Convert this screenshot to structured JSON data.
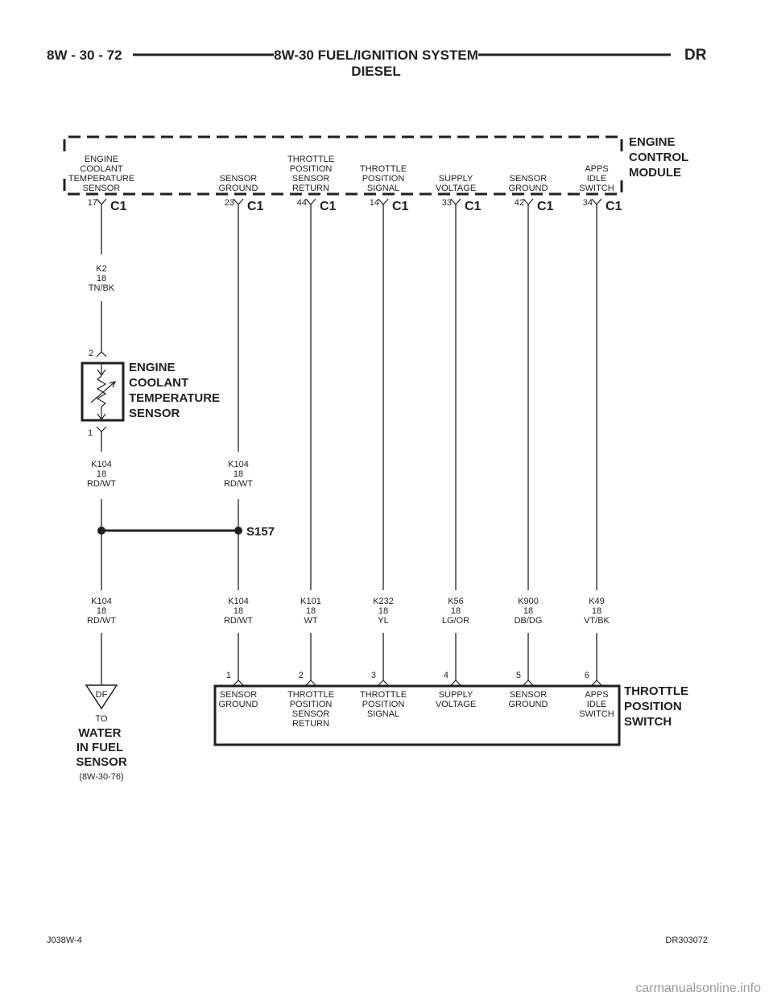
{
  "header": {
    "left": "8W - 30 - 72",
    "center_line1": "8W-30 FUEL/IGNITION SYSTEM",
    "center_line2": "DIESEL",
    "right": "DR"
  },
  "ecm": {
    "name_lines": [
      "ENGINE",
      "CONTROL",
      "MODULE"
    ],
    "connector": "C1"
  },
  "circuits": [
    {
      "ecm_label": [
        "ENGINE",
        "COOLANT",
        "TEMPERATURE",
        "SENSOR"
      ],
      "ecm_pin": "17",
      "wire": [
        "K2",
        "18",
        "TN/BK"
      ]
    },
    {
      "ecm_label": [
        "SENSOR",
        "GROUND"
      ],
      "ecm_pin": "23",
      "wire_upper": [
        "K104",
        "18",
        "RD/WT"
      ],
      "wire": [
        "K104",
        "18",
        "RD/WT"
      ],
      "tps_pin": "1",
      "tps_label": [
        "SENSOR",
        "GROUND"
      ]
    },
    {
      "ecm_label": [
        "THROTTLE",
        "POSITION",
        "SENSOR",
        "RETURN"
      ],
      "ecm_pin": "44",
      "wire": [
        "K101",
        "18",
        "WT"
      ],
      "tps_pin": "2",
      "tps_label": [
        "THROTTLE",
        "POSITION",
        "SENSOR",
        "RETURN"
      ]
    },
    {
      "ecm_label": [
        "THROTTLE",
        "POSITION",
        "SIGNAL"
      ],
      "ecm_pin": "14",
      "wire": [
        "K232",
        "18",
        "YL"
      ],
      "tps_pin": "3",
      "tps_label": [
        "THROTTLE",
        "POSITION",
        "SIGNAL"
      ]
    },
    {
      "ecm_label": [
        "SUPPLY",
        "VOLTAGE"
      ],
      "ecm_pin": "33",
      "wire": [
        "K56",
        "18",
        "LG/OR"
      ],
      "tps_pin": "4",
      "tps_label": [
        "SUPPLY",
        "VOLTAGE"
      ]
    },
    {
      "ecm_label": [
        "SENSOR",
        "GROUND"
      ],
      "ecm_pin": "42",
      "wire": [
        "K900",
        "18",
        "DB/DG"
      ],
      "tps_pin": "5",
      "tps_label": [
        "SENSOR",
        "GROUND"
      ]
    },
    {
      "ecm_label": [
        "APPS",
        "IDLE",
        "SWITCH"
      ],
      "ecm_pin": "34",
      "wire": [
        "K49",
        "18",
        "VT/BK"
      ],
      "tps_pin": "6",
      "tps_label": [
        "APPS",
        "IDLE",
        "SWITCH"
      ]
    }
  ],
  "ect_sensor": {
    "name_lines": [
      "ENGINE",
      "COOLANT",
      "TEMPERATURE",
      "SENSOR"
    ],
    "pin_top": "2",
    "pin_bottom": "1",
    "wire_below": [
      "K104",
      "18",
      "RD/WT"
    ],
    "wire_lower": [
      "K104",
      "18",
      "RD/WT"
    ]
  },
  "splice": {
    "name": "S157"
  },
  "df_connector": {
    "id": "DF",
    "to": "TO",
    "name_lines": [
      "WATER",
      "IN FUEL",
      "SENSOR"
    ],
    "ref": "(8W-30-76)"
  },
  "tps": {
    "name_lines": [
      "THROTTLE",
      "POSITION",
      "SWITCH"
    ]
  },
  "footer": {
    "left": "J038W-4",
    "right": "DR303072"
  },
  "watermark": "carmanualsonline.info"
}
